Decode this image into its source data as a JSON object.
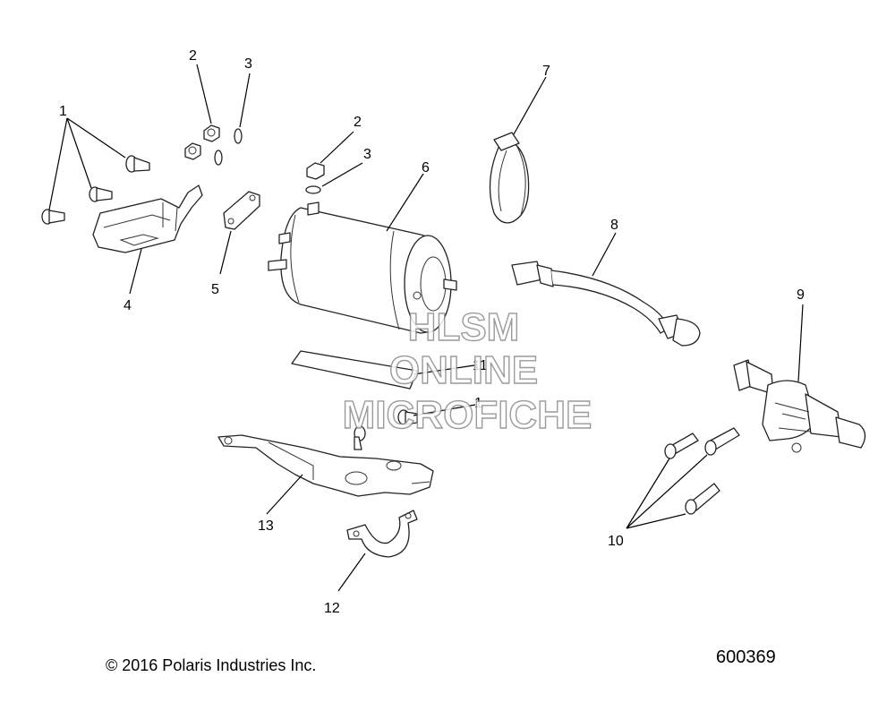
{
  "callouts": {
    "c1a": "1",
    "c2a": "2",
    "c3a": "3",
    "c4": "4",
    "c5": "5",
    "c2b": "2",
    "c3b": "3",
    "c6": "6",
    "c7": "7",
    "c8": "8",
    "c9": "9",
    "c10": "10",
    "c11": "11",
    "c1b": "1",
    "c13": "13",
    "c12": "12"
  },
  "watermark": {
    "line1": "HLSM",
    "line2": "ONLINE",
    "line3": "MICROFICHE"
  },
  "footer": {
    "copyright": "© 2016 Polaris Industries Inc.",
    "doc_number": "600369"
  }
}
